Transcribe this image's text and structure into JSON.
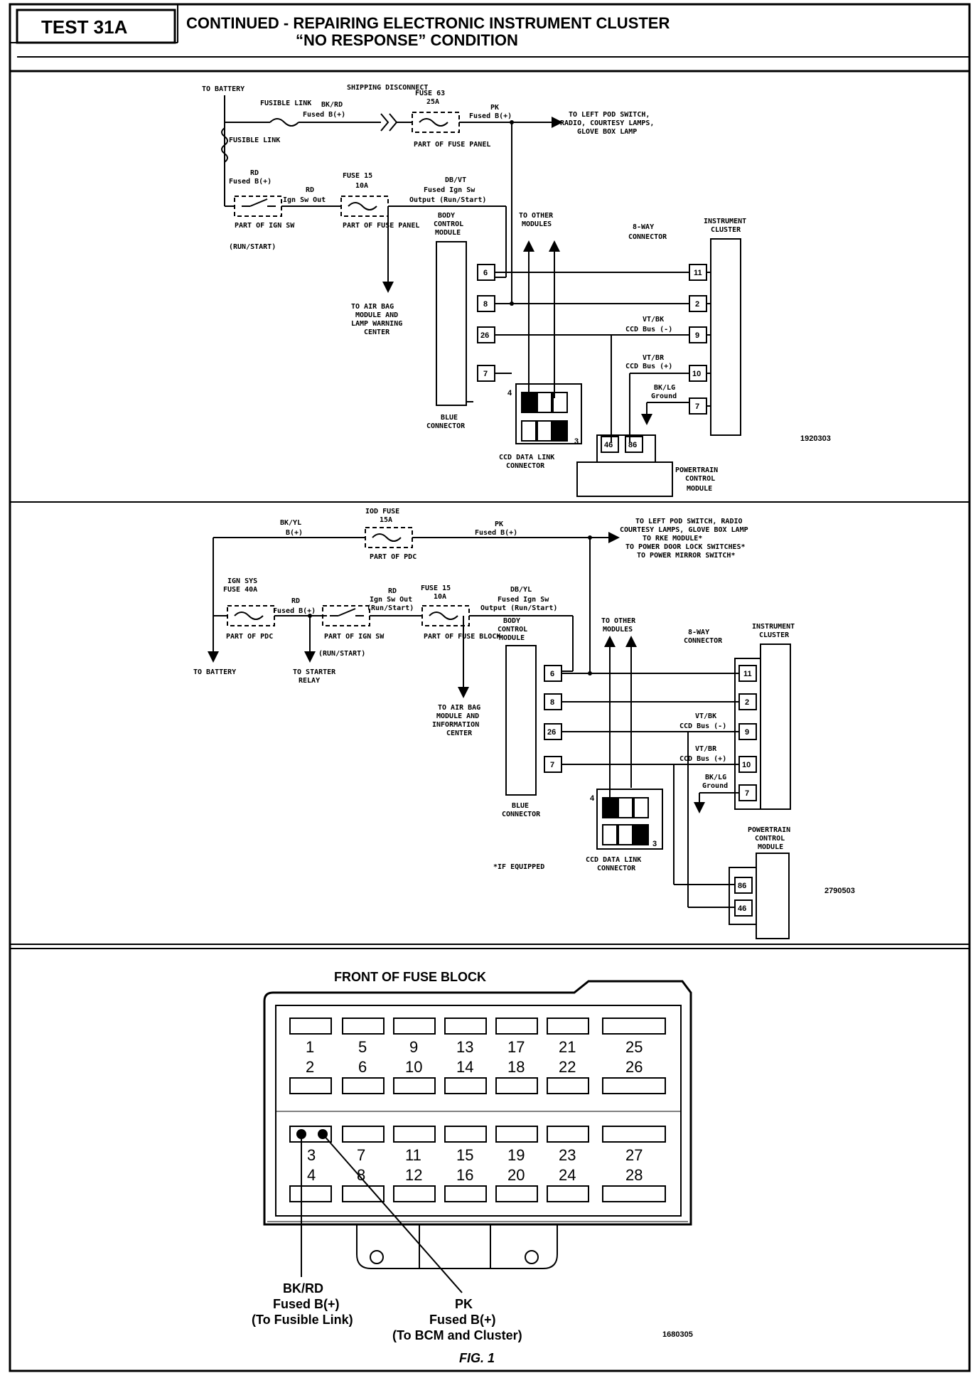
{
  "header": {
    "test_id": "TEST 31A",
    "title_line1": "CONTINUED -  REPAIRING ELECTRONIC INSTRUMENT CLUSTER",
    "title_line2": "“NO RESPONSE” CONDITION"
  },
  "diagram1": {
    "figure_id": "1920303",
    "labels": {
      "to_battery": "TO BATTERY",
      "fusible_link_top": "FUSIBLE LINK",
      "fusible_link_left": "FUSIBLE LINK",
      "bk_rd": "BK/RD",
      "fused_b": "Fused B(+)",
      "shipping_disconnect": "SHIPPING DISCONNECT",
      "fuse_25a_name": "FUSE 63",
      "fuse_25a_rating": "25A",
      "part_of_fuse_panel": "PART OF FUSE PANEL",
      "pk": "PK",
      "pk_fused": "Fused B(+)",
      "to_left_pod": "TO LEFT POD SWITCH,",
      "to_left_pod2": "RADIO, COURTESY LAMPS,",
      "to_left_pod3": "GLOVE BOX LAMP",
      "rd": "RD",
      "rd_fused": "Fused B(+)",
      "rd_ign": "RD",
      "ign_sw_out": "Ign Sw Out",
      "fuse_10a_name": "FUSE 15",
      "fuse_10a_rating": "10A",
      "db_vt": "DB/VT",
      "fused_ign": "Fused Ign Sw",
      "output_run": "Output (Run/Start)",
      "part_of_ign_sw": "PART OF IGN SW",
      "run_start": "(RUN/START)",
      "part_of_fuse_panel2": "PART OF FUSE PANEL",
      "bcm": "BODY CONTROL MODULE",
      "to_other_modules": "TO OTHER MODULES",
      "eight_way": "8-WAY CONNECTOR",
      "instrument_cluster": "INSTRUMENT CLUSTER",
      "to_air_bag": "TO AIR BAG MODULE AND LAMP WARNING CENTER",
      "vt_bk": "VT/BK",
      "ccd_minus": "CCD Bus (-)",
      "vt_br": "VT/BR",
      "ccd_plus": "CCD Bus (+)",
      "bk_lg": "BK/LG",
      "ground": "Ground",
      "blue_connector": "BLUE CONNECTOR",
      "ccd_dlc": "CCD DATA LINK CONNECTOR",
      "pcm": "POWERTRAIN CONTROL MODULE",
      "pin4": "4",
      "pin3": "3"
    },
    "bcm_pins": [
      "6",
      "8",
      "26",
      "7"
    ],
    "cluster_pins": [
      "11",
      "2",
      "9",
      "10",
      "7"
    ],
    "pcm_pins": [
      "46",
      "86"
    ]
  },
  "diagram2": {
    "figure_id": "2790503",
    "labels": {
      "bk_yl": "BK/YL",
      "b_plus": "B(+)",
      "ios_fuse": "IOD FUSE",
      "ios_rating": "15A",
      "part_of_pdc": "PART OF PDC",
      "pk": "PK",
      "pk_fused": "Fused B(+)",
      "to_left_pod1": "TO LEFT POD SWITCH, RADIO",
      "to_left_pod2": "COURTESY LAMPS, GLOVE BOX LAMP",
      "to_left_pod3": "TO RKE MODULE*",
      "to_left_pod4": "TO POWER DOOR LOCK SWITCHES*",
      "to_left_pod5": "TO POWER MIRROR SWITCH*",
      "ign_sys_fuse": "IGN SYS FUSE 40A",
      "part_of_pdc2": "PART OF PDC",
      "rd": "RD",
      "rd_fused": "Fused B(+)",
      "rd2": "RD",
      "ign_sw_out": "Ign Sw Out",
      "run_start_small": "(Run/Start)",
      "fuse_10a": "FUSE 15",
      "fuse_10a_rating": "10A",
      "part_of_fuse_block": "PART OF FUSE BLOCK",
      "db_yl": "DB/YL",
      "fused_ign": "Fused Ign Sw",
      "output_run": "Output (Run/Start)",
      "part_of_ign_sw": "PART OF IGN SW",
      "run_start": "(RUN/START)",
      "to_battery": "TO BATTERY",
      "to_starter": "TO STARTER RELAY",
      "to_air_bag": "TO AIR BAG MODULE AND INFORMATION CENTER",
      "bcm": "BODY CONTROL MODULE",
      "to_other_modules": "TO OTHER MODULES",
      "eight_way": "8-WAY CONNECTOR",
      "instrument_cluster": "INSTRUMENT CLUSTER",
      "vt_bk": "VT/BK",
      "ccd_minus": "CCD Bus (-)",
      "vt_br": "VT/BR",
      "ccd_plus": "CCD Bus (+)",
      "bk_lg": "BK/LG",
      "ground": "Ground",
      "blue_connector": "BLUE CONNECTOR",
      "if_equipped": "*IF EQUIPPED",
      "ccd_dlc": "CCD DATA LINK CONNECTOR",
      "pcm": "POWERTRAIN CONTROL MODULE",
      "pin4": "4",
      "pin3": "3"
    },
    "bcm_pins": [
      "6",
      "8",
      "26",
      "7"
    ],
    "cluster_pins": [
      "11",
      "2",
      "9",
      "10",
      "7"
    ],
    "pcm_pins": [
      "86",
      "46"
    ]
  },
  "fuse_block": {
    "title": "FRONT OF FUSE BLOCK",
    "figure_id": "1680305",
    "upper_top_numbers": [
      "1",
      "5",
      "9",
      "13",
      "17",
      "21",
      "25"
    ],
    "upper_bottom_numbers": [
      "2",
      "6",
      "10",
      "14",
      "18",
      "22",
      "26"
    ],
    "lower_top_numbers": [
      "3",
      "7",
      "11",
      "15",
      "19",
      "23",
      "27"
    ],
    "lower_bottom_numbers": [
      "4",
      "8",
      "12",
      "16",
      "20",
      "24",
      "28"
    ],
    "callout_left": {
      "line1": "BK/RD",
      "line2": "Fused B(+)",
      "line3": "(To Fusible Link)"
    },
    "callout_right": {
      "line1": "PK",
      "line2": "Fused B(+)",
      "line3": "(To BCM and Cluster)"
    }
  },
  "figure_caption": "FIG. 1"
}
